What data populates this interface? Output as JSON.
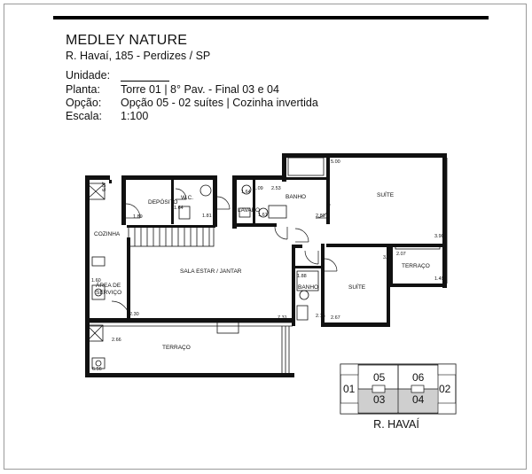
{
  "header": {
    "title": "MEDLEY NATURE",
    "address": "R. Havaí, 185 - Perdizes / SP"
  },
  "info": [
    {
      "label": "Unidade:",
      "value": ""
    },
    {
      "label": "Planta:",
      "value": "Torre 01 | 8° Pav. - Final 03 e 04"
    },
    {
      "label": "Opção:",
      "value": "Opção 05 - 02 suítes | Cozinha invertida"
    },
    {
      "label": "Escala:",
      "value": "1:100"
    }
  ],
  "rooms": {
    "deposito": "DEPÓSITO",
    "wc": "W.C.",
    "lavabo": "LAVABO",
    "banho1": "BANHO",
    "suite1": "SUÍTE",
    "cozinha": "COZINHA",
    "sala": "SALA ESTAR / JANTAR",
    "area_servico_1": "ÁREA DE",
    "area_servico_2": "SERVIÇO",
    "terraco1": "TERRAÇO",
    "banho2": "BANHO",
    "suite2": "SUÍTE",
    "terraco2": "TERRAÇO"
  },
  "dimensions": {
    "d1": "6.07",
    "d2": "1.89",
    "d3": "1.64",
    "d4": "1.81",
    "d5": "1.09",
    "d6": "1.64",
    "d7": "2.53",
    "d8": "1.61",
    "d9": "2.80",
    "d10": "5.00",
    "d11": "3.90",
    "d12": "2.07",
    "d13": "3.24",
    "d14": "1.49",
    "d15": "1.60",
    "d16": "2.30",
    "d17": "1.88",
    "d18": "2.15",
    "d19": "2.67",
    "d20": "7.31",
    "d21": "2.66",
    "d22": "6.56"
  },
  "key_plan": {
    "units": [
      "05",
      "06",
      "03",
      "04"
    ],
    "left": "01",
    "right": "02",
    "street": "R. HAVAÍ",
    "highlight_color": "#cfcfcf"
  }
}
